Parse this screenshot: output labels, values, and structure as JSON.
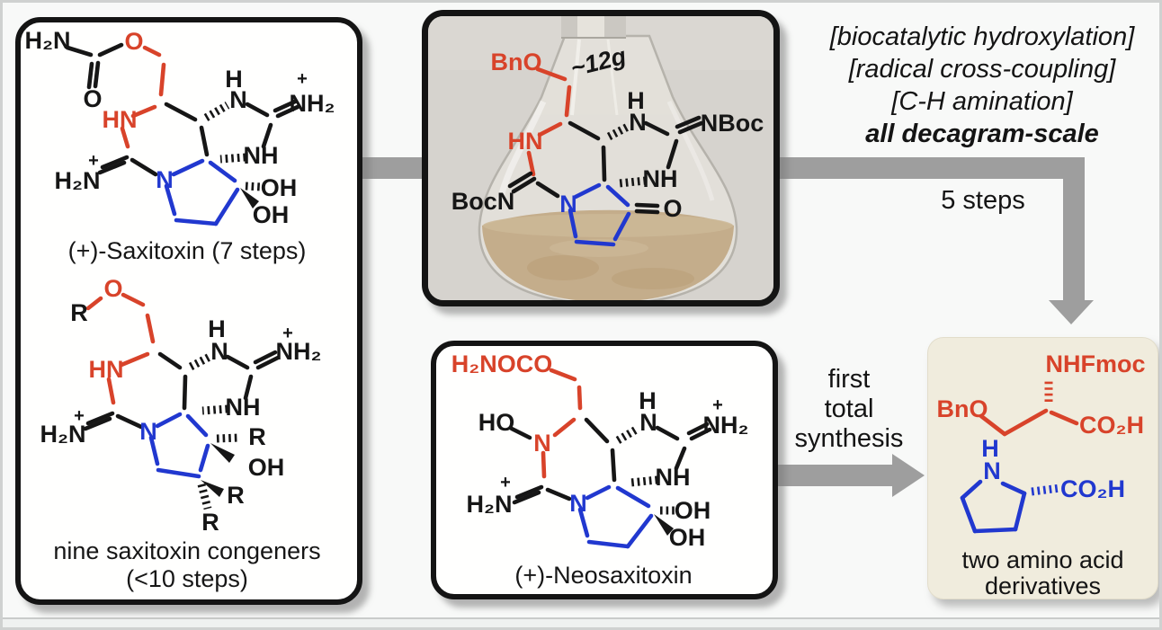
{
  "colors": {
    "red": "#d8432a",
    "blue": "#2138cf",
    "black": "#161616",
    "arrow_gray": "#9e9e9e",
    "beige": "#f0ecdd"
  },
  "saxitoxin": {
    "caption": "(+)-Saxitoxin (7 steps)",
    "labels": {
      "h2n_carbamate": "H₂N",
      "o_carbonyl": "O",
      "o_ether": "O",
      "hn": "HN",
      "plus_left": "+",
      "h2n_left": "H₂N",
      "n_ring": "N",
      "h_top": "H",
      "n_top": "N",
      "plus_right": "+",
      "nh2": "NH₂",
      "nh": "NH",
      "oh_upper": "OH",
      "oh_lower": "OH"
    }
  },
  "congeners": {
    "caption_line1": "nine saxitoxin congeners",
    "caption_line2": "(<10 steps)",
    "labels": {
      "r_top": "R",
      "o_ether": "O",
      "hn": "HN",
      "plus_left": "+",
      "h2n_left": "H₂N",
      "n_ring": "N",
      "h_top": "H",
      "n_top": "N",
      "plus_right": "+",
      "nh2": "NH₂",
      "nh": "NH",
      "r_right": "R",
      "oh": "OH",
      "r_mid": "R",
      "r_bottom": "R"
    }
  },
  "flask": {
    "amount_note": "~12g",
    "labels": {
      "bno": "BnO",
      "hn": "HN",
      "bocn": "BocN",
      "n_ring": "N",
      "h_top": "H",
      "n_top": "N",
      "nboc": "NBoc",
      "nh": "NH",
      "o_ketone": "O"
    }
  },
  "top_right": {
    "line1": "[biocatalytic hydroxylation]",
    "line2": "[radical cross-coupling]",
    "line3": "[C-H amination]",
    "line4": "all decagram-scale",
    "steps": "5 steps"
  },
  "neosaxitoxin": {
    "caption": "(+)-Neosaxitoxin",
    "labels": {
      "h2noco": "H₂NOCO",
      "ho": "HO",
      "n_red": "N",
      "plus_left": "+",
      "h2n_left": "H₂N",
      "n_ring": "N",
      "h_top": "H",
      "n_top": "N",
      "plus_right": "+",
      "nh2": "NH₂",
      "nh": "NH",
      "oh_upper": "OH",
      "oh_lower": "OH"
    }
  },
  "synthesis_arrow": {
    "line1": "first",
    "line2": "total",
    "line3": "synthesis"
  },
  "products": {
    "caption_line1": "two amino acid",
    "caption_line2": "derivatives",
    "serine": {
      "bno": "BnO",
      "nhfmoc": "NHFmoc",
      "co2h": "CO₂H"
    },
    "proline": {
      "h": "H",
      "n": "N",
      "co2h": "CO₂H"
    }
  }
}
